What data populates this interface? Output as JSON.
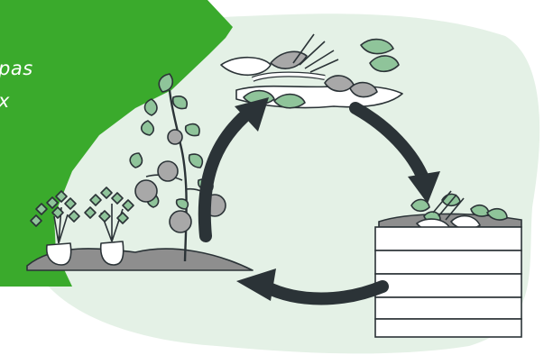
{
  "banner": {
    "line_1": "pas",
    "line_2": "x",
    "color": "#3aaa2c"
  },
  "colors": {
    "background_blob": "#e4f1e6",
    "arrow": "#2b3337",
    "soil": "#8e8e8e",
    "leaf": "#8fc49a",
    "leaf_dark": "#5fa071",
    "tomato": "#a8a8a8",
    "outline": "#2b3337"
  },
  "cycle": {
    "stages": [
      "garden-plants",
      "food-scraps",
      "compost-bin"
    ],
    "arrows": [
      "plants-to-scraps",
      "scraps-to-bin",
      "bin-to-plants"
    ]
  }
}
